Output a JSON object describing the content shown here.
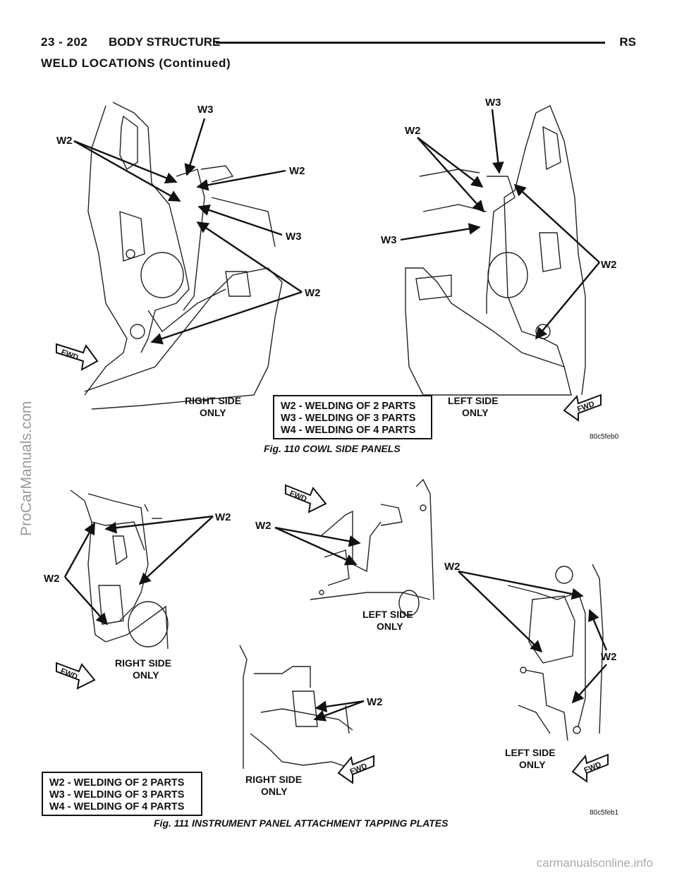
{
  "header": {
    "page": "23 - 202",
    "section": "BODY STRUCTURE",
    "code": "RS"
  },
  "subtitle": "WELD LOCATIONS (Continued)",
  "fig110": {
    "caption": "Fig. 110 COWL SIDE PANELS",
    "image_code": "80c5feb0",
    "labels": {
      "w3_top_left": "W3",
      "w2_left": "W2",
      "w2_right1": "W2",
      "w3_mid": "W3",
      "w2_low": "W2",
      "w3_top_right": "W3",
      "w2_tr": "W2",
      "w3_left_r": "W3",
      "w2_far_right": "W2"
    },
    "right_side": {
      "l1": "RIGHT SIDE",
      "l2": "ONLY"
    },
    "left_side": {
      "l1": "LEFT SIDE",
      "l2": "ONLY"
    },
    "legend": [
      "W2 - WELDING OF 2 PARTS",
      "W3 - WELDING OF 3 PARTS",
      "W4 - WELDING OF 4 PARTS"
    ],
    "fwd_left": "FWD",
    "fwd_right": "FWD"
  },
  "fig111": {
    "caption": "Fig. 111 INSTRUMENT PANEL ATTACHMENT TAPPING PLATES",
    "image_code": "80c5feb1",
    "labels": {
      "a": "W2",
      "b": "W2",
      "c": "W2",
      "d": "W2",
      "e": "W2",
      "f": "W2"
    },
    "right_side_a": {
      "l1": "RIGHT SIDE",
      "l2": "ONLY"
    },
    "left_side_a": {
      "l1": "LEFT SIDE",
      "l2": "ONLY"
    },
    "right_side_b": {
      "l1": "RIGHT SIDE",
      "l2": "ONLY"
    },
    "left_side_b": {
      "l1": "LEFT SIDE",
      "l2": "ONLY"
    },
    "legend": [
      "W2 - WELDING OF 2 PARTS",
      "W3 - WELDING OF 3 PARTS",
      "W4 - WELDING OF 4 PARTS"
    ],
    "fwd": [
      "FWD",
      "FWD",
      "FWD",
      "FWD"
    ]
  },
  "watermark_left": "ProCarManuals.com",
  "watermark_bottom": "carmanualsonline.info"
}
